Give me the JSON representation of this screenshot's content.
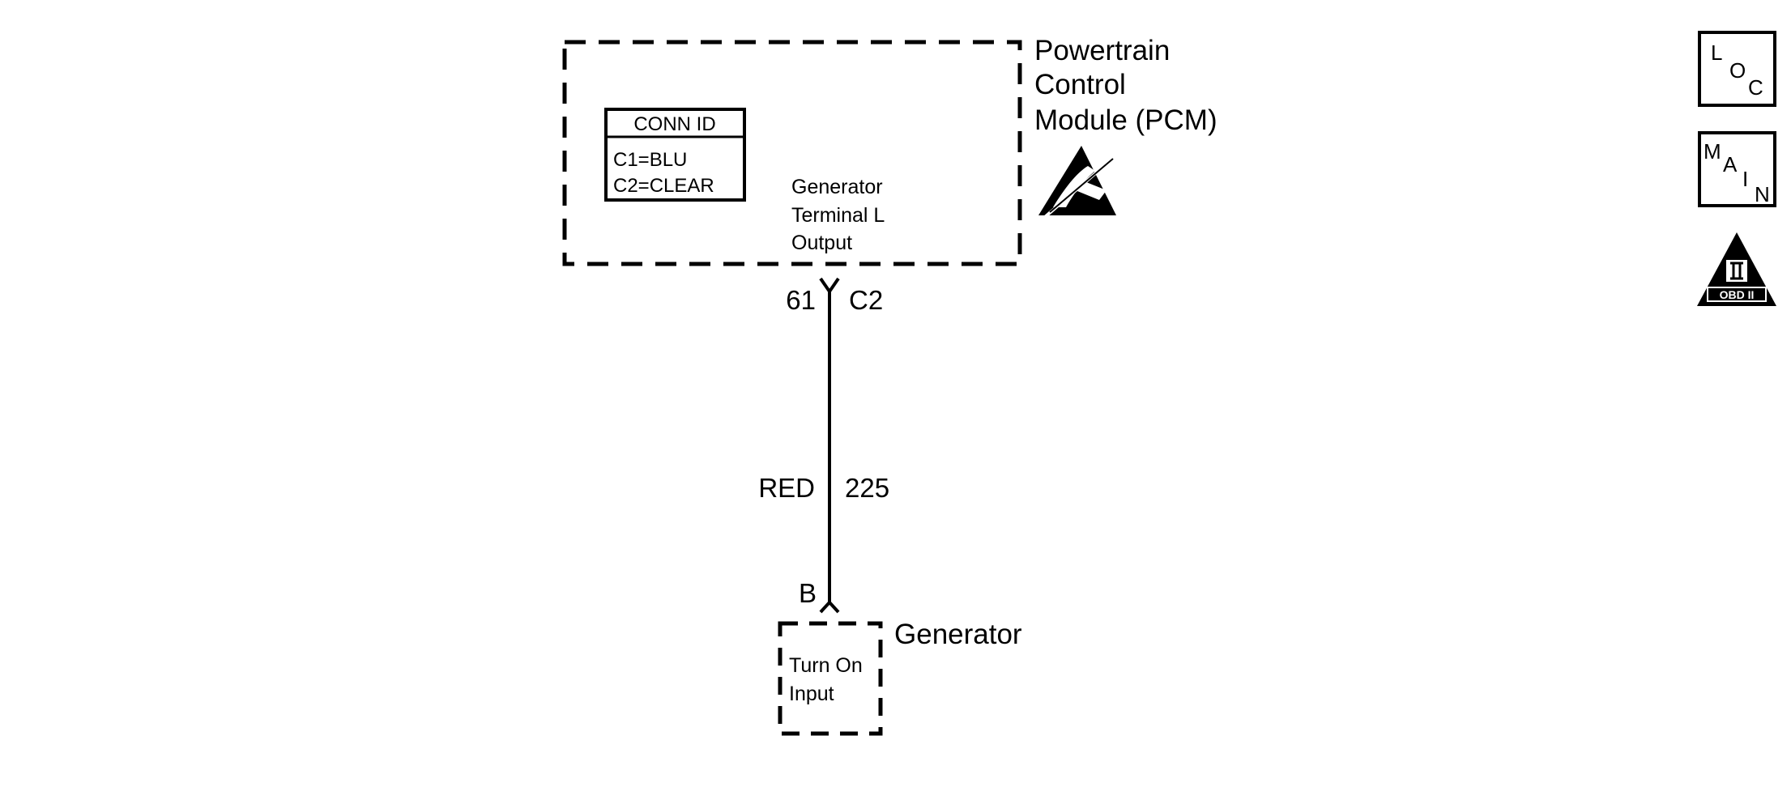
{
  "pcm": {
    "name_line1": "Powertrain",
    "name_line2": "Control",
    "name_line3": "Module (PCM)",
    "signal_line1": "Generator",
    "signal_line2": "Terminal L",
    "signal_line3": "Output",
    "conn_id": {
      "header": "CONN ID",
      "line1": "C1=BLU",
      "line2": "C2=CLEAR"
    },
    "pin": "61",
    "connector": "C2"
  },
  "wire": {
    "color": "RED",
    "circuit": "225"
  },
  "generator": {
    "name": "Generator",
    "pin": "B",
    "input_line1": "Turn On",
    "input_line2": "Input"
  },
  "side_icons": {
    "loc": {
      "l": "L",
      "o": "O",
      "c": "C"
    },
    "main": {
      "m": "M",
      "a": "A",
      "i": "I",
      "n": "N"
    },
    "obd": {
      "numeral": "II",
      "label": "OBD II"
    }
  },
  "icons": {
    "esd": "esd-warning-icon",
    "loc": "location-view-icon",
    "main": "main-view-icon",
    "obd": "obd-ii-icon"
  }
}
